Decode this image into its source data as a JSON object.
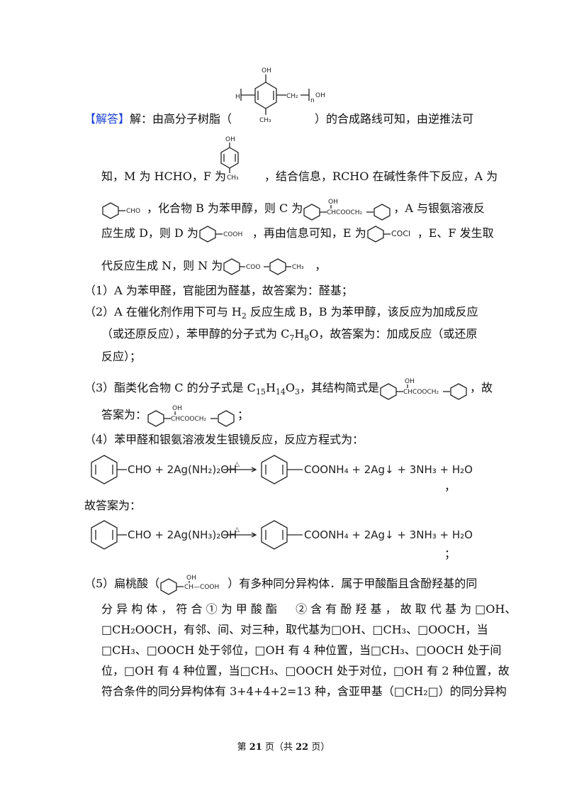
{
  "resin_struct": {
    "oh": "OH",
    "h": "H",
    "ch2": "CH₂",
    "n": "n",
    "oh2": "OH",
    "ch3": "CH₃"
  },
  "answer": {
    "label": "【解答】",
    "intro_a": "解：由高分子树脂（",
    "intro_b": "）的合成路线可知，由逆推法可",
    "f_oh": "OH",
    "f_ch3": "CH₃",
    "line2_a": "知，M 为 HCHO，F 为",
    "line2_b": "，结合信息，RCHO 在碱性条件下反应，A 为",
    "a_cho": "CHO",
    "line3_a": "，化合物 B 为苯甲醇，则 C 为",
    "c_oh": "OH",
    "c_chain": "CHCOOCH₂",
    "line3_b": "，A 与银氨溶液反",
    "line4_a": "应生成 D，则 D 为",
    "d_cooh": "COOH",
    "line4_b": "，再由信息可知，E 为",
    "e_cocl": "COCl",
    "line4_c": "，E、F 发生取",
    "line5_a": "代反应生成 N，则 N 为",
    "n_coo": "COO",
    "n_ch3": "CH₃",
    "line5_b": "，"
  },
  "q1": "（1）A 为苯甲醛，官能团为醛基，故答案为：醛基；",
  "q2": {
    "l1_a": "（2）A 在催化剂作用下可与 H",
    "l1_sub": "2",
    "l1_b": " 反应生成 B，B 为苯甲醇，该反应为加成反应",
    "l2_a": "（或还原反应），苯甲醇的分子式为 C",
    "l2_s1": "7",
    "l2_m": "H",
    "l2_s2": "8",
    "l2_b": "O，故答案为：加成反应（或还原",
    "l3": "反应）；"
  },
  "q3": {
    "l1_a": "（3）酯类化合物 C 的分子式是 C",
    "l1_s1": "15",
    "l1_m1": "H",
    "l1_s2": "14",
    "l1_m2": "O",
    "l1_s3": "3",
    "l1_b": "，其结构简式是",
    "l1_c": "，故",
    "l2_a": "答案为：",
    "l2_b": "；",
    "oh": "OH",
    "chain": "CHCOOCH₂"
  },
  "q4": {
    "l1": "（4）苯甲醛和银氨溶液发生银镜反应，反应方程式为：",
    "eq1_left": "CHO + 2Ag(NH₂)₂OH",
    "eq_delta": "△",
    "eq_right": "COONH₄ + 2Ag↓ + 3NH₃ + H₂O",
    "comma": "，",
    "l2": "故答案为：",
    "eq2_left": "CHO + 2Ag(NH₃)₂OH",
    "semicolon": "；"
  },
  "q5": {
    "l1_a": "（5）扁桃酸（",
    "m_oh": "OH",
    "m_chain": "CH—COOH",
    "l1_b": "）有多种同分异构体．属于甲酸酯且含酚羟基的同",
    "l2": "分 异 构 体 ， 符 合 ① 为 甲 酸 酯 　 ② 含 有 酚 羟 基 ， 故 取 代 基 为 □OH、",
    "l3": "□CH₂OOCH，有邻、间、对三种，取代基为□OH、□CH₃、□OOCH，当",
    "l4": "□CH₃、□OOCH 处于邻位，□OH 有 4 种位置，当□CH₃、□OOCH 处于间",
    "l5": "位，□OH 有 4 种位置，当□CH₃、□OOCH 处于对位，□OH 有 2 种位置，故",
    "l6": "符合条件的同分异构体有 3+4+4+2=13 种，含亚甲基（□CH₂□）的同分异构"
  },
  "footer": {
    "a": "第 ",
    "page": "21",
    "b": " 页（共 ",
    "total": "22",
    "c": " 页）"
  }
}
